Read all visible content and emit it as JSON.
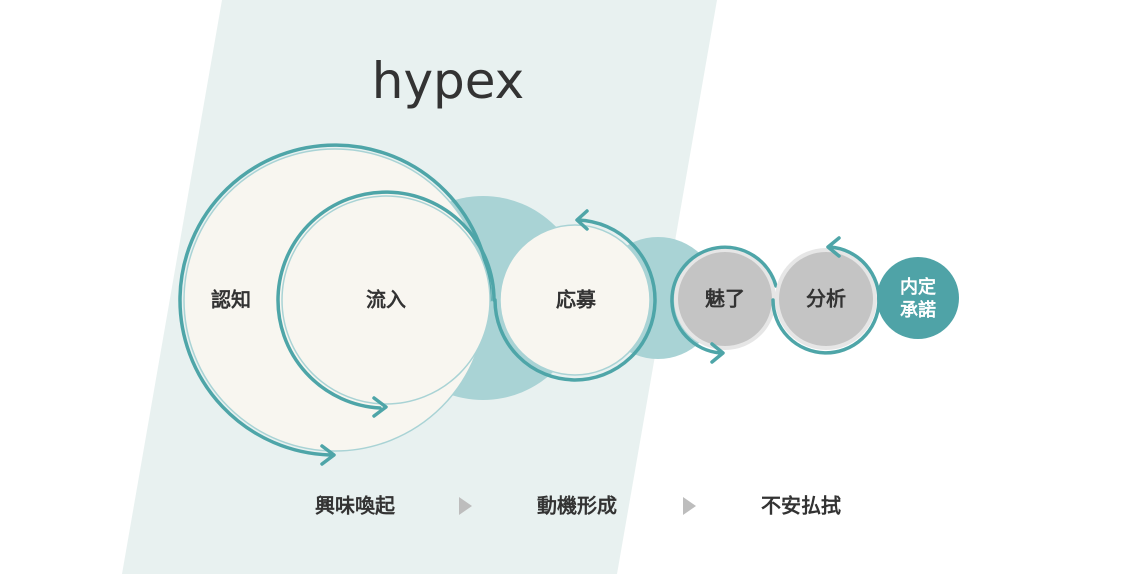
{
  "logo": "hypex",
  "stages": {
    "awareness": "認知",
    "inflow": "流入",
    "application": "応募",
    "attraction": "魅了",
    "analysis": "分析",
    "offer_line1": "内定",
    "offer_line2": "承諾"
  },
  "phases": [
    "興味喚起",
    "動機形成",
    "不安払拭"
  ],
  "colors": {
    "accent": "#4ea5a8",
    "light_teal": "#a9d3d5",
    "band": "#e8f1f0",
    "circle_fill": "#f8f6f0",
    "gray_circle": "#c4c4c4"
  }
}
